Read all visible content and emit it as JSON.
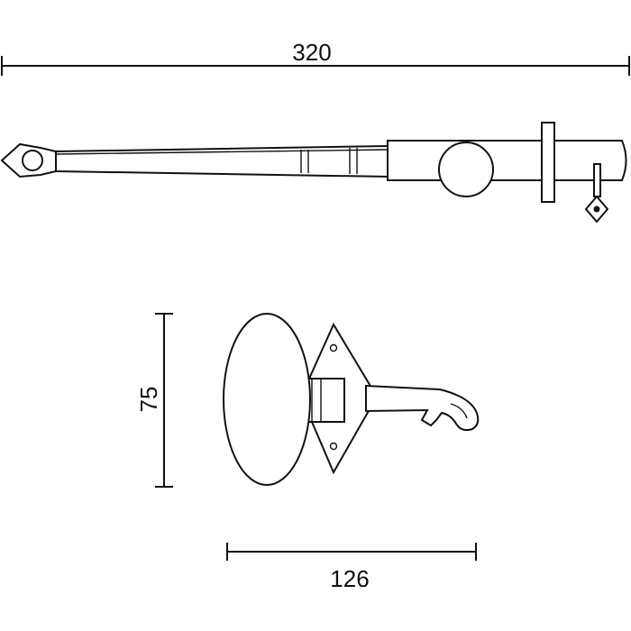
{
  "dimensions": {
    "overall_length": "320",
    "height": "75",
    "width": "126"
  }
}
